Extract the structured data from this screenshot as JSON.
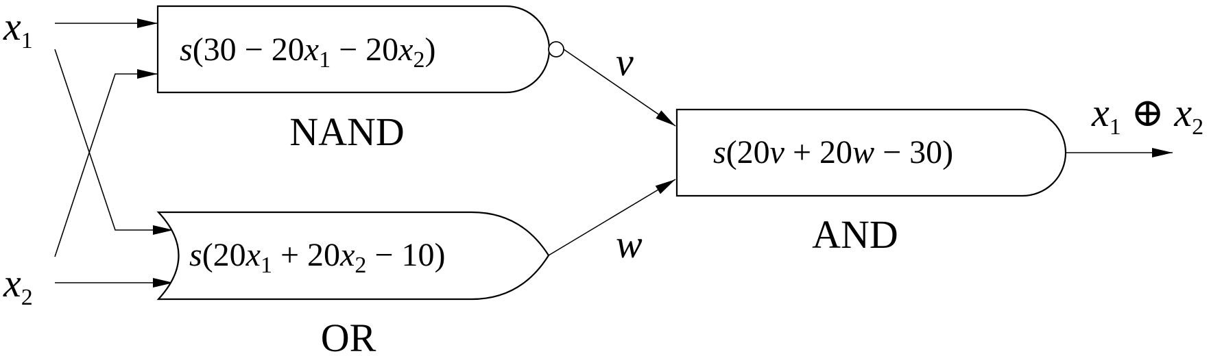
{
  "inputs": {
    "x1": {
      "base": "x",
      "sub": "1"
    },
    "x2": {
      "base": "x",
      "sub": "2"
    }
  },
  "gates": {
    "nand": {
      "type_label": "NAND",
      "expr": {
        "prefix": "s",
        "open": "(30 − 20",
        "v1": "x",
        "s1": "1",
        "mid": " − 20",
        "v2": "x",
        "s2": "2",
        "close": ")"
      }
    },
    "or": {
      "type_label": "OR",
      "expr": {
        "prefix": "s",
        "open": "(20",
        "v1": "x",
        "s1": "1",
        "mid": " + 20",
        "v2": "x",
        "s2": "2",
        "close": " − 10)"
      }
    },
    "and": {
      "type_label": "AND",
      "expr": {
        "prefix": "s",
        "open": "(20",
        "v1": "v",
        "mid": " + 20",
        "v2": "w",
        "close": " − 30)"
      }
    }
  },
  "signals": {
    "v": "v",
    "w": "w"
  },
  "output": {
    "v1": "x",
    "s1": "1",
    "op": " ⊕ ",
    "v2": "x",
    "s2": "2"
  },
  "colors": {
    "stroke": "#000000",
    "fill": "#ffffff"
  }
}
